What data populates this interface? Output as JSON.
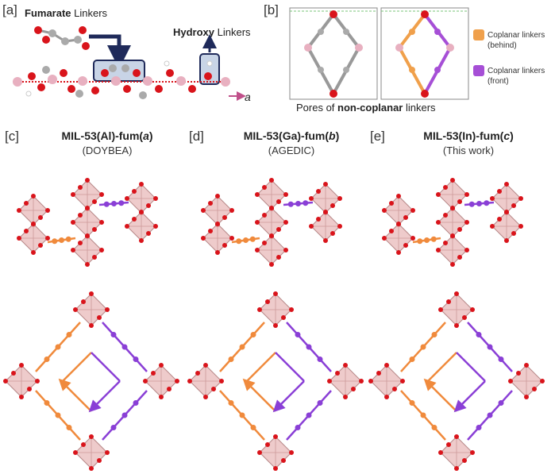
{
  "panel_a": {
    "label": "[a]",
    "fumarate_bold": "Fumarate",
    "fumarate_rest": " Linkers",
    "hydroxy_bold": "Hydroxy",
    "hydroxy_rest": " Linkers",
    "axis": "a"
  },
  "panel_b": {
    "label": "[b]",
    "caption_pre": "Pores of ",
    "caption_bold": "non-coplanar",
    "caption_post": " linkers",
    "legend": [
      {
        "line1": "Coplanar linkers",
        "line2": "(behind)",
        "color": "#f0a04b"
      },
      {
        "line1": "Coplanar linkers",
        "line2": "(front)",
        "color": "#a64fd6"
      }
    ]
  },
  "panels": [
    {
      "label": "[c]",
      "title_main": "MIL-53(Al)-fum(",
      "title_ital": "a",
      "title_end": ")",
      "subtitle": "(DOYBEA)"
    },
    {
      "label": "[d]",
      "title_main": "MIL-53(Ga)-fum(",
      "title_ital": "b",
      "title_end": ")",
      "subtitle": "(AGEDIC)"
    },
    {
      "label": "[e]",
      "title_main": "MIL-53(In)-fum(",
      "title_ital": "c",
      "title_end": ")",
      "subtitle": "(This work)"
    }
  ],
  "colors": {
    "orange": "#f08a3c",
    "purple": "#8a3fd6",
    "red": "#d9141b",
    "pink": "#e8b9b9",
    "navy": "#1f2a5a"
  }
}
